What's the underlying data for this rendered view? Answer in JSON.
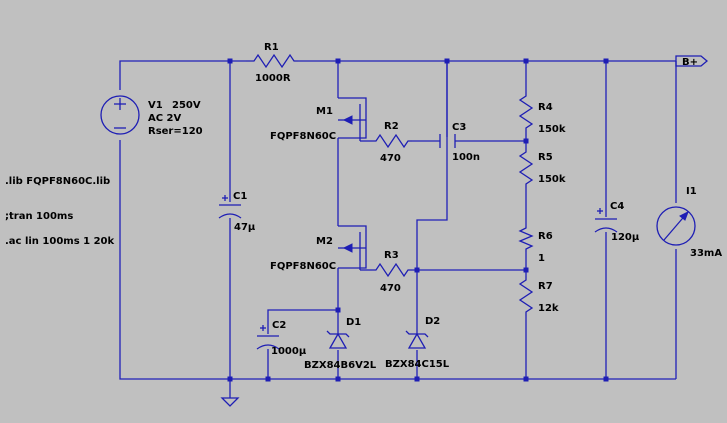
{
  "components": {
    "V1": {
      "name": "V1",
      "value": "250V",
      "line2": "AC 2V",
      "line3": "Rser=120"
    },
    "R1": {
      "name": "R1",
      "value": "1000R"
    },
    "C1": {
      "name": "C1",
      "value": "47µ"
    },
    "M1": {
      "name": "M1",
      "model": "FQPF8N60C"
    },
    "M2": {
      "name": "M2",
      "model": "FQPF8N60C"
    },
    "R2": {
      "name": "R2",
      "value": "470"
    },
    "R3": {
      "name": "R3",
      "value": "470"
    },
    "C3": {
      "name": "C3",
      "value": "100n"
    },
    "C2": {
      "name": "C2",
      "value": "1000µ"
    },
    "D1": {
      "name": "D1",
      "model": "BZX84B6V2L"
    },
    "D2": {
      "name": "D2",
      "model": "BZX84C15L"
    },
    "R4": {
      "name": "R4",
      "value": "150k"
    },
    "R5": {
      "name": "R5",
      "value": "150k"
    },
    "R6": {
      "name": "R6",
      "value": "1"
    },
    "R7": {
      "name": "R7",
      "value": "12k"
    },
    "C4": {
      "name": "C4",
      "value": "120µ"
    },
    "I1": {
      "name": "I1",
      "value": "33mA"
    }
  },
  "net_labels": {
    "out": "B+"
  },
  "directives": {
    "lib": ".lib FQPF8N60C.lib",
    "tran": ";tran 100ms",
    "ac": ".ac lin 100ms 1 20k"
  },
  "colors": {
    "background": "#c0c0c0",
    "wire": "#2020b8",
    "text": "#000000"
  }
}
